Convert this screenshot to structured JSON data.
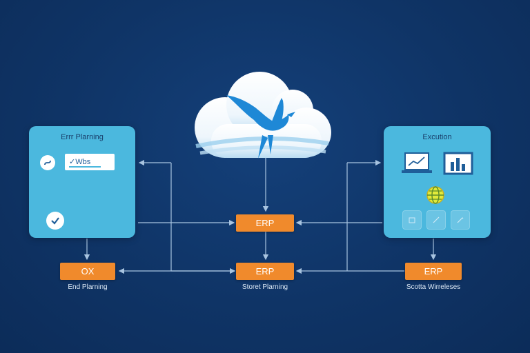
{
  "panels": {
    "left": {
      "title": "Errr Plarning",
      "field_text": "✓Wbs",
      "icons": [
        "swirl-icon",
        "checkmark-icon"
      ]
    },
    "right": {
      "title": "Excution",
      "icons": [
        "laptop-chart-icon",
        "bar-chart-monitor-icon",
        "globe-icon",
        "document-icon",
        "edit-icon",
        "pencil-icon"
      ]
    }
  },
  "boxes": {
    "center_top": "ERP",
    "left_bottom": "OX",
    "center_bottom": "ERP",
    "right_bottom": "ERP"
  },
  "captions": {
    "left_bottom": "End Plarning",
    "center_bottom": "Storet Plarning",
    "right_bottom": "Scotta Wirreleses"
  },
  "colors": {
    "background": "#0f3466",
    "panel": "#4bb8de",
    "box": "#f08a2c",
    "connector": "#a8c4e0",
    "bird": "#1e88d6",
    "cloud": "#ffffff"
  }
}
